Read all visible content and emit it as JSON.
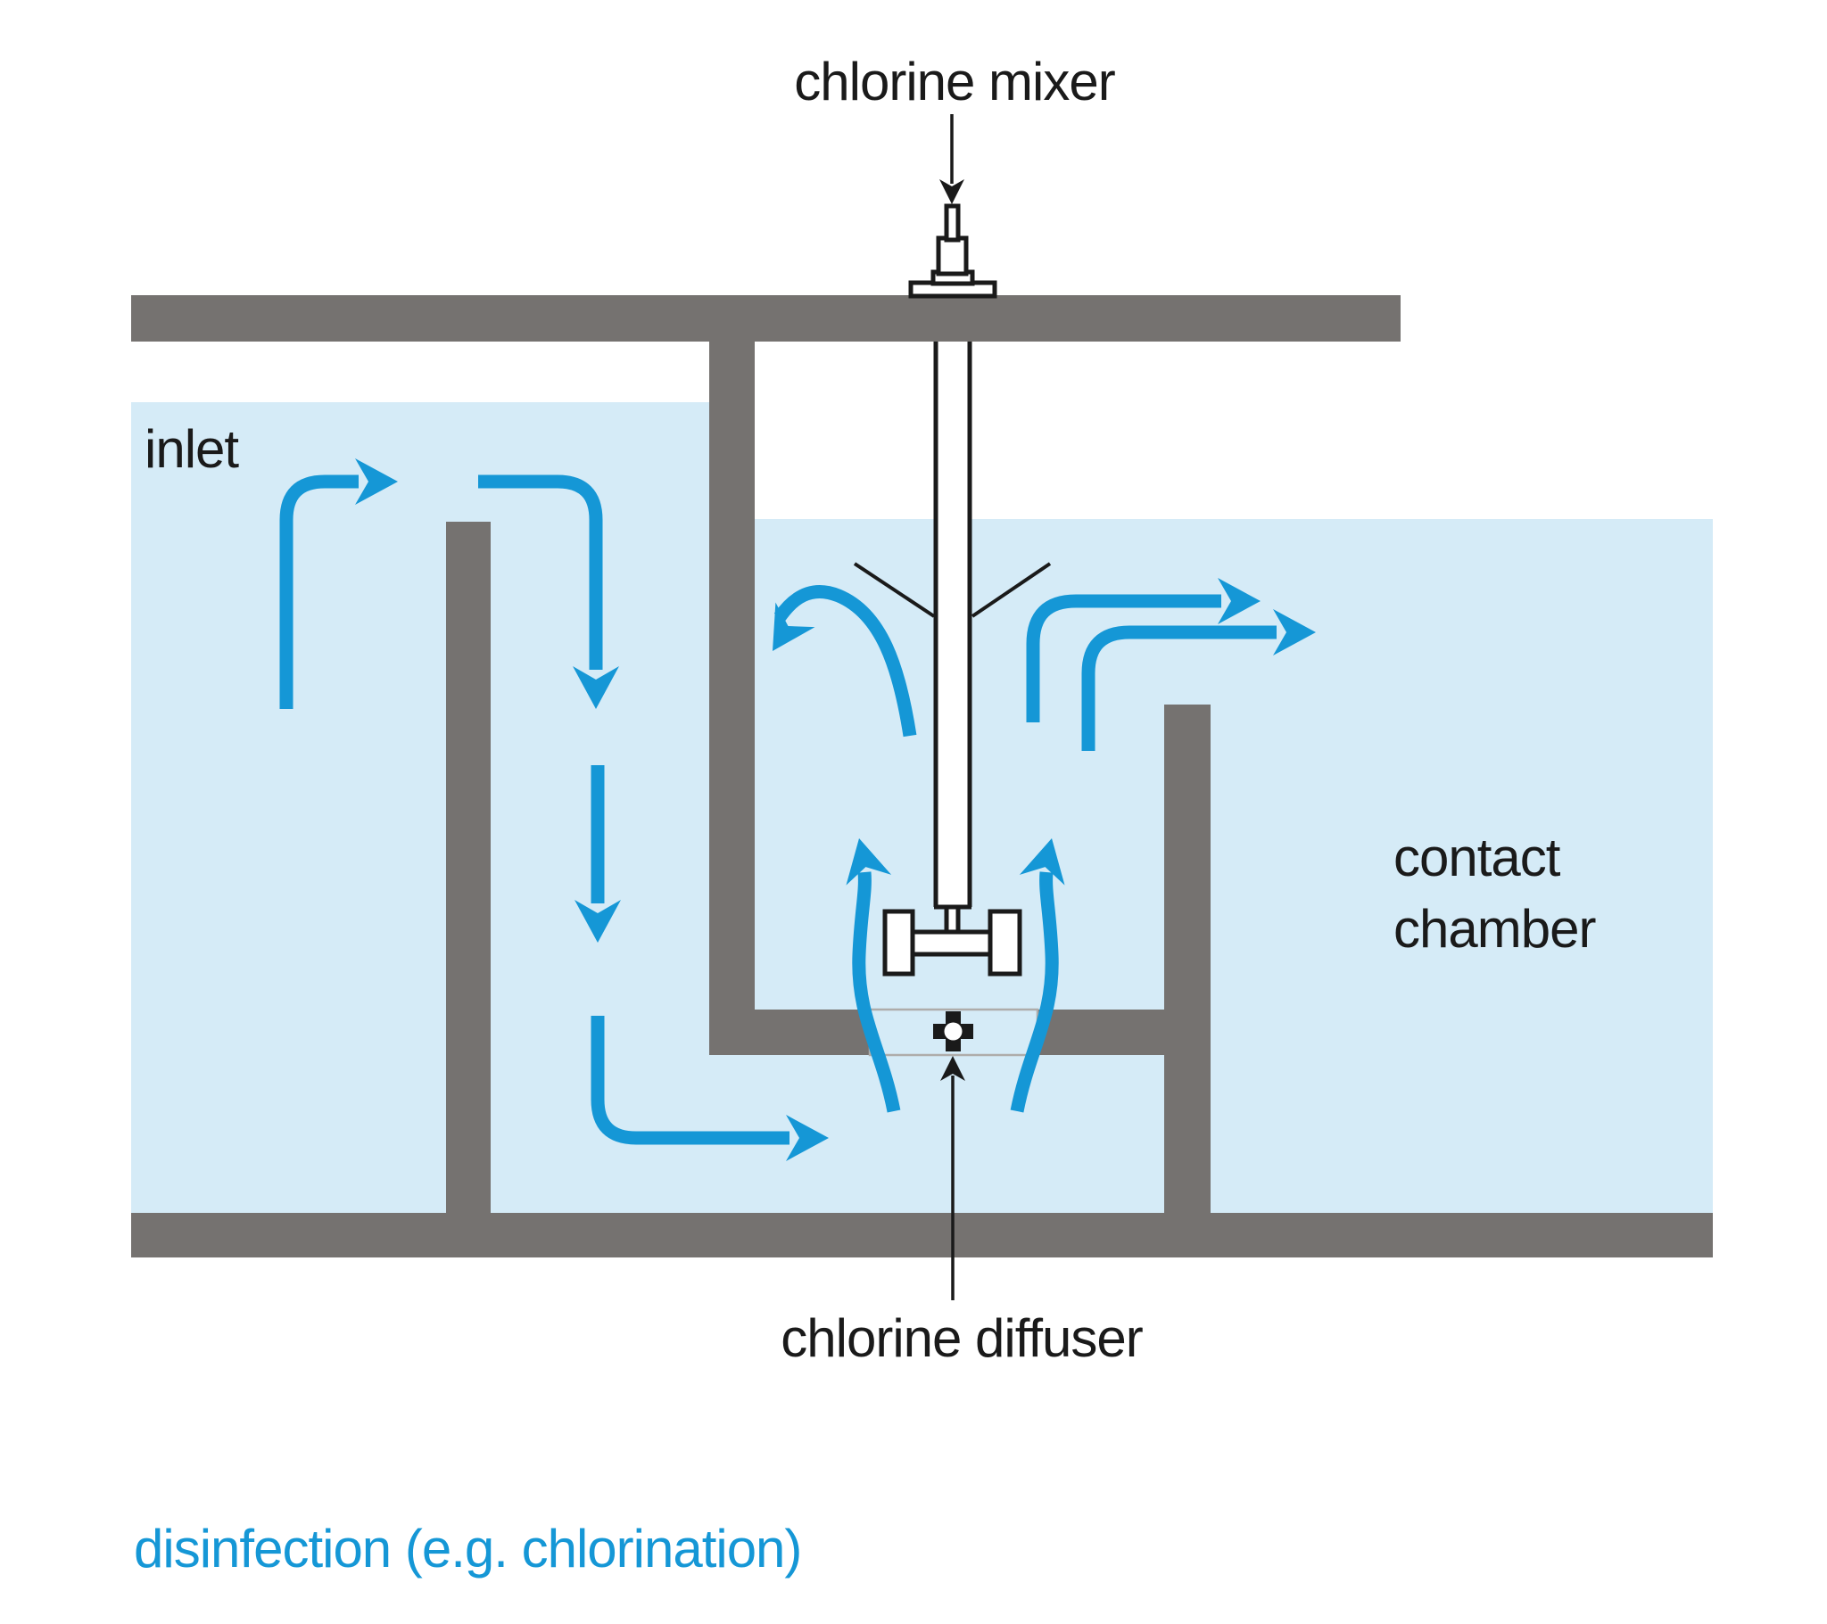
{
  "labels": {
    "mixer": "chlorine mixer",
    "inlet": "inlet",
    "contact_line1": "contact",
    "contact_line2": "chamber",
    "diffuser": "chlorine diffuser",
    "caption": "disinfection (e.g. chlorination)"
  },
  "colors": {
    "background": "#ffffff",
    "wall": "#757270",
    "water": "#d5ebf7",
    "flow": "#1597d6",
    "ink": "#1a1a1a",
    "device_fill": "#ffffff",
    "opening_outline": "#aeacaa"
  }
}
